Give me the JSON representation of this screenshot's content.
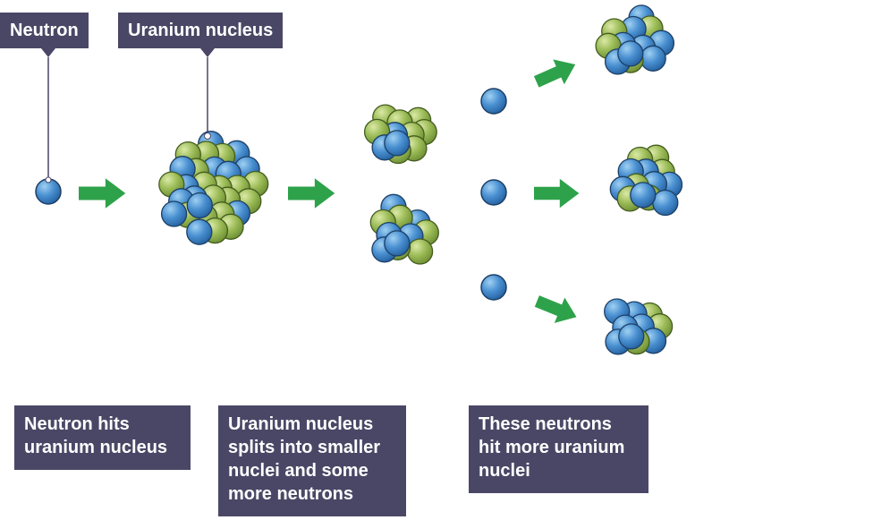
{
  "labels": {
    "neutron": "Neutron",
    "uranium_nucleus": "Uranium nucleus"
  },
  "captions": {
    "step1": [
      "Neutron hits",
      "uranium nucleus"
    ],
    "step2": [
      "Uranium nucleus",
      "splits into smaller",
      "nuclei and some",
      "more neutrons"
    ],
    "step3": [
      "These neutrons",
      "hit more uranium",
      "nuclei"
    ]
  },
  "colors": {
    "label_background": "#4a4766",
    "label_text": "#ffffff",
    "neutron": "#4a90d1",
    "proton": "#9cbc58",
    "arrow": "#2ea24a",
    "pointer_line": "#4a4766"
  }
}
